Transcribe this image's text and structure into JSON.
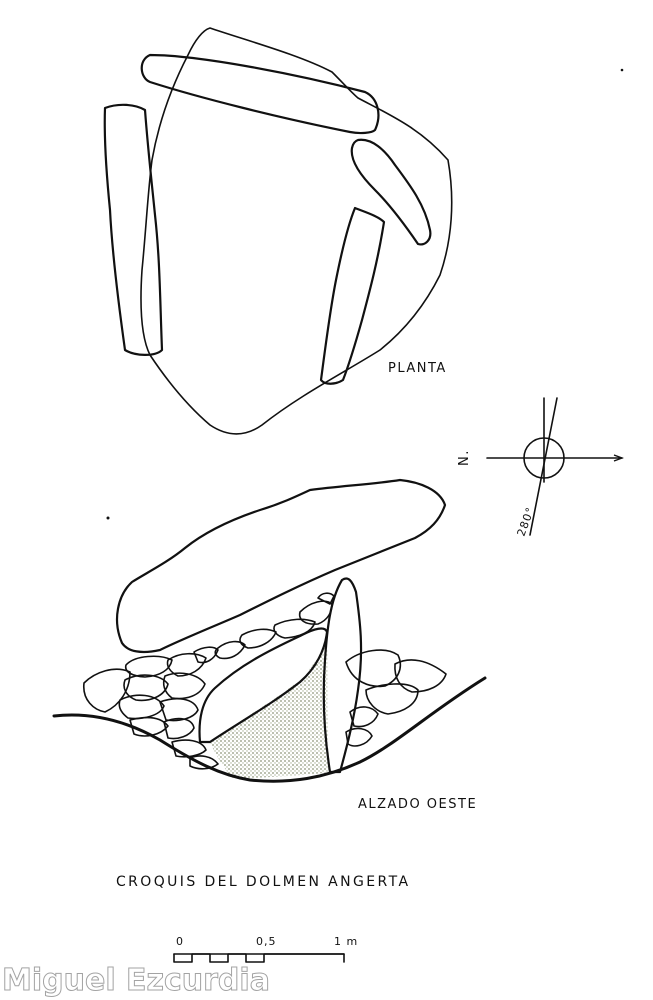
{
  "labels": {
    "plan": "PLANTA",
    "elevation": "ALZADO OESTE",
    "title": "CROQUIS DEL DOLMEN ANGERTA"
  },
  "compass": {
    "north": "N.",
    "bearing": "280°"
  },
  "scale_bar": {
    "tick_0": "0",
    "tick_mid": "0,5",
    "tick_end": "1 m"
  },
  "watermark": "Miguel Ezcurdia",
  "colors": {
    "ink": "#111111",
    "hatch": "#b9c2a8"
  }
}
